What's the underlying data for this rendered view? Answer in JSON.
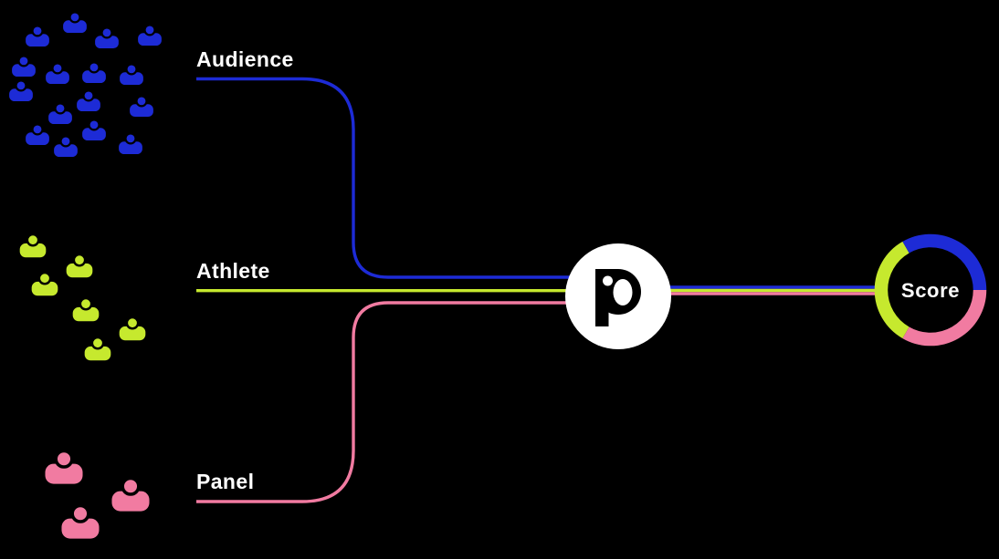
{
  "title": "Scoring flow diagram",
  "background": "#000000",
  "groups": [
    {
      "id": "audience",
      "label": "Audience",
      "color": "#1D2BD6",
      "member_count": 16
    },
    {
      "id": "athlete",
      "label": "Athlete",
      "color": "#C6E92E",
      "member_count": 6
    },
    {
      "id": "panel",
      "label": "Panel",
      "color": "#F17BA1",
      "member_count": 3
    }
  ],
  "hub": {
    "logo_letter": "p",
    "background": "#FFFFFF",
    "letter_color": "#000000"
  },
  "score": {
    "label": "Score",
    "text_color": "#FFFFFF",
    "ring_segments": [
      {
        "source": "athlete",
        "color": "#C6E92E",
        "position": "left"
      },
      {
        "source": "audience",
        "color": "#1D2BD6",
        "position": "top-right"
      },
      {
        "source": "panel",
        "color": "#F17BA1",
        "position": "bottom-right"
      }
    ]
  }
}
